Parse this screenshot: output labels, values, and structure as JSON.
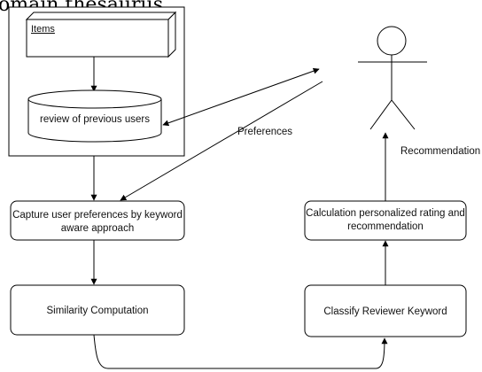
{
  "header_fragment": "omain thesaurus.",
  "nodes": {
    "items": "Items",
    "reviews": "review of previous users",
    "capture": [
      "Capture user preferences by keyword",
      "aware approach"
    ],
    "similarity": "Similarity Computation",
    "calculation": [
      "Calculation personalized rating and",
      "recommendation"
    ],
    "classify": "Classify Reviewer Keyword"
  },
  "edges": {
    "preferences": "Preferences",
    "recommendation": "Recommendation"
  }
}
